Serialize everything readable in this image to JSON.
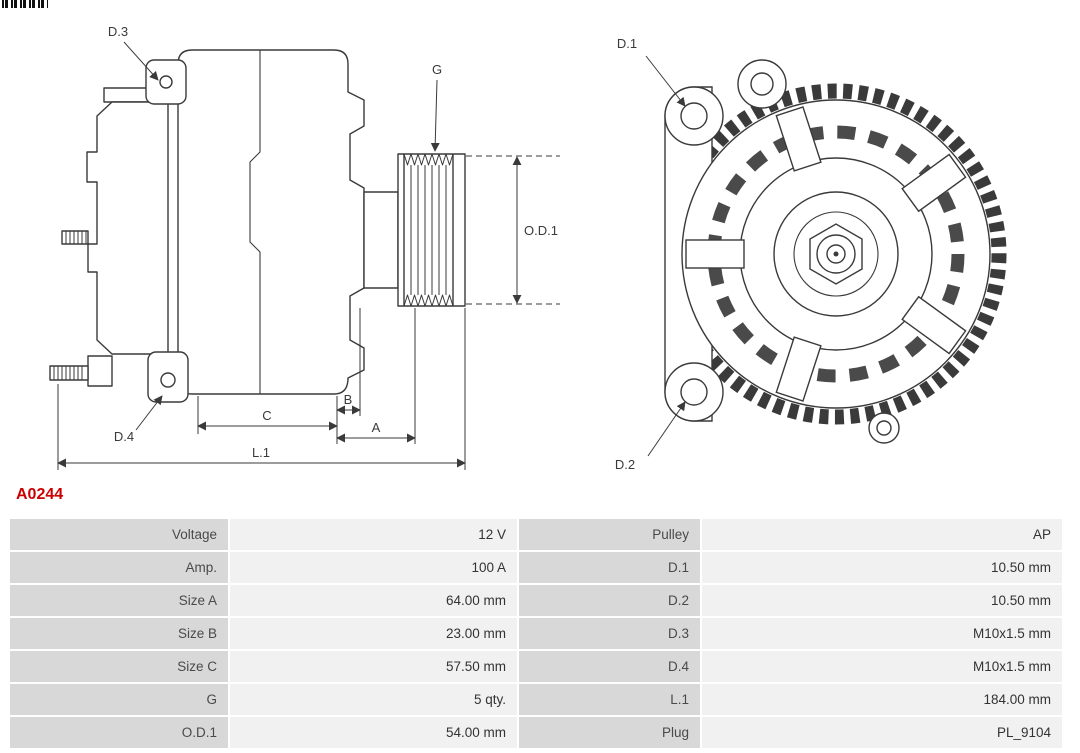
{
  "part_number": "A0244",
  "colors": {
    "part_number_red": "#cc0000",
    "table_label_bg": "#d8d8d8",
    "table_value_bg": "#f1f1f1",
    "drawing_line": "#3a3a3a"
  },
  "drawing": {
    "side_view": {
      "d3": "D.3",
      "d4": "D.4",
      "g": "G",
      "od1": "O.D.1",
      "a": "A",
      "b": "B",
      "c": "C",
      "l1": "L.1"
    },
    "front_view": {
      "d1": "D.1",
      "d2": "D.2"
    }
  },
  "table": {
    "rows": [
      {
        "label1": "Voltage",
        "value1": "12 V",
        "label2": "Pulley",
        "value2": "AP"
      },
      {
        "label1": "Amp.",
        "value1": "100 A",
        "label2": "D.1",
        "value2": "10.50 mm"
      },
      {
        "label1": "Size A",
        "value1": "64.00 mm",
        "label2": "D.2",
        "value2": "10.50 mm"
      },
      {
        "label1": "Size B",
        "value1": "23.00 mm",
        "label2": "D.3",
        "value2": "M10x1.5 mm"
      },
      {
        "label1": "Size C",
        "value1": "57.50 mm",
        "label2": "D.4",
        "value2": "M10x1.5 mm"
      },
      {
        "label1": "G",
        "value1": "5 qty.",
        "label2": "L.1",
        "value2": "184.00 mm"
      },
      {
        "label1": "O.D.1",
        "value1": "54.00 mm",
        "label2": "Plug",
        "value2": "PL_9104"
      }
    ]
  }
}
